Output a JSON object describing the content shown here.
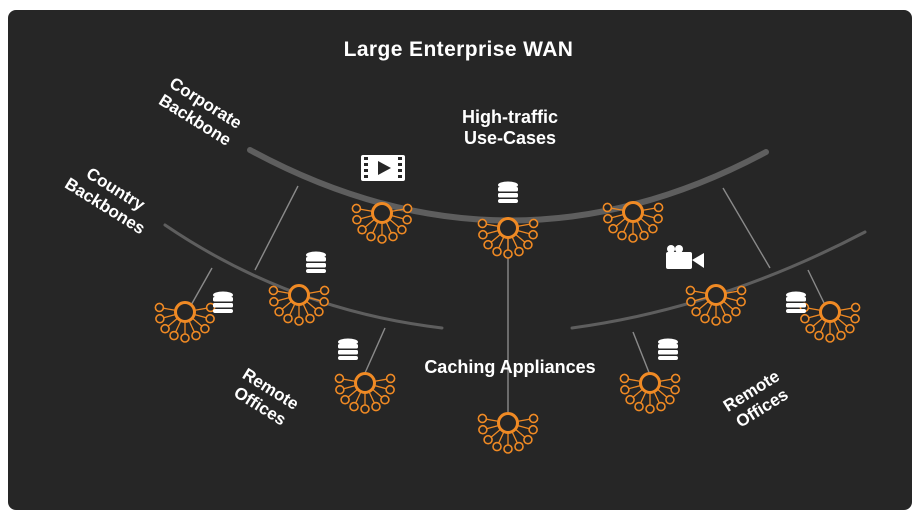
{
  "title": "Large Enterprise WAN",
  "labels": {
    "corporate_backbone": "Corporate\nBackbone",
    "country_backbones": "Country\nBackbones",
    "high_traffic": "High-traffic\nUse-Cases",
    "caching_appliances": "Caching Appliances",
    "remote_offices_left": "Remote\nOffices",
    "remote_offices_right": "Remote\nOffices"
  },
  "colors": {
    "background": "#262626",
    "backbone": "#5e5e5e",
    "link": "#8a8a8a",
    "node": "#f08a24",
    "text": "#ffffff"
  },
  "icons": {
    "video": "film-icon",
    "camera": "camera-icon",
    "database": "database-icon"
  }
}
